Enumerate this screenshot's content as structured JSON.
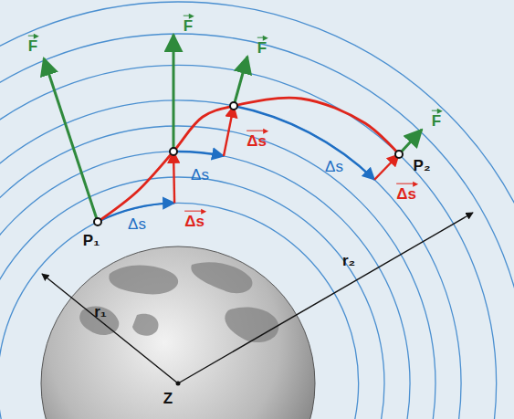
{
  "diagram": {
    "labels": [
      "F",
      "F",
      "F",
      "F",
      "P₁",
      "P₂",
      "Δs",
      "Δs",
      "Δs",
      "Δs",
      "Δs",
      "Δs",
      "r₁",
      "r₂",
      "Z"
    ]
  }
}
